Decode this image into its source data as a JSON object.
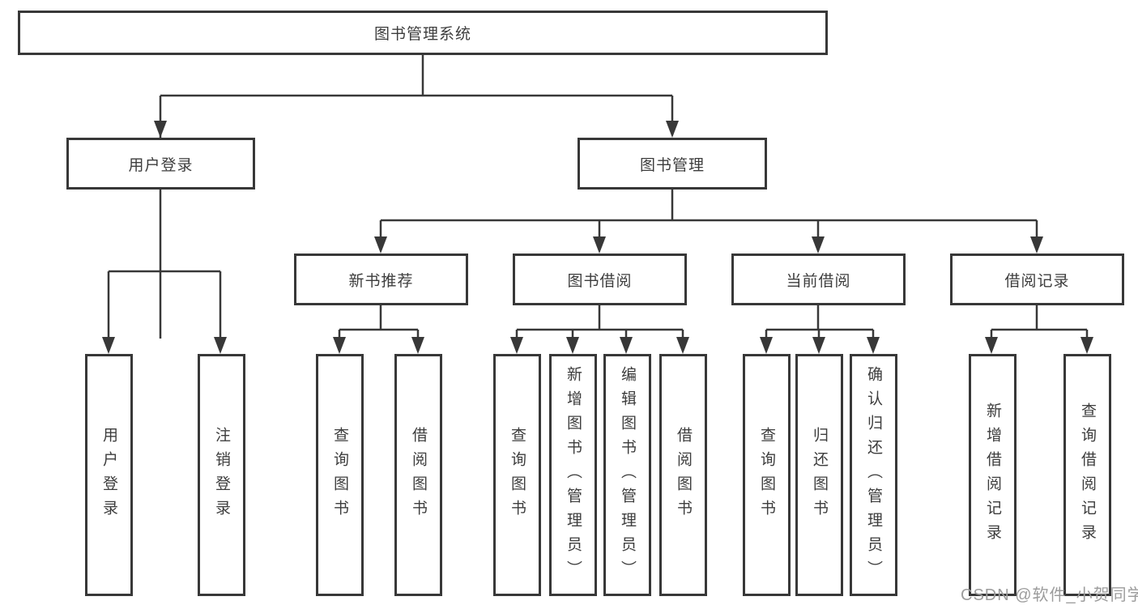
{
  "diagram": {
    "root": "图书管理系统",
    "groups": [
      {
        "label": "用户登录",
        "children": [
          "用户登录",
          "注销登录"
        ]
      },
      {
        "label": "图书管理",
        "subgroups": [
          {
            "label": "新书推荐",
            "children": [
              "查询图书",
              "借阅图书"
            ]
          },
          {
            "label": "图书借阅",
            "children": [
              "查询图书",
              "新增图书（管理员）",
              "编辑图书（管理员）",
              "借阅图书"
            ]
          },
          {
            "label": "当前借阅",
            "children": [
              "查询图书",
              "归还图书",
              "确认归还（管理员）"
            ]
          },
          {
            "label": "借阅记录",
            "children": [
              "新增借阅记录",
              "查询借阅记录"
            ]
          }
        ]
      }
    ]
  },
  "watermark": {
    "text": "CSDN @软件_小贺同学"
  },
  "colors": {
    "line": "#383838",
    "text": "#3d3d3d",
    "box_background": "#ffffff",
    "watermark": "#9c9c9c",
    "page_background": "#ffffff"
  }
}
